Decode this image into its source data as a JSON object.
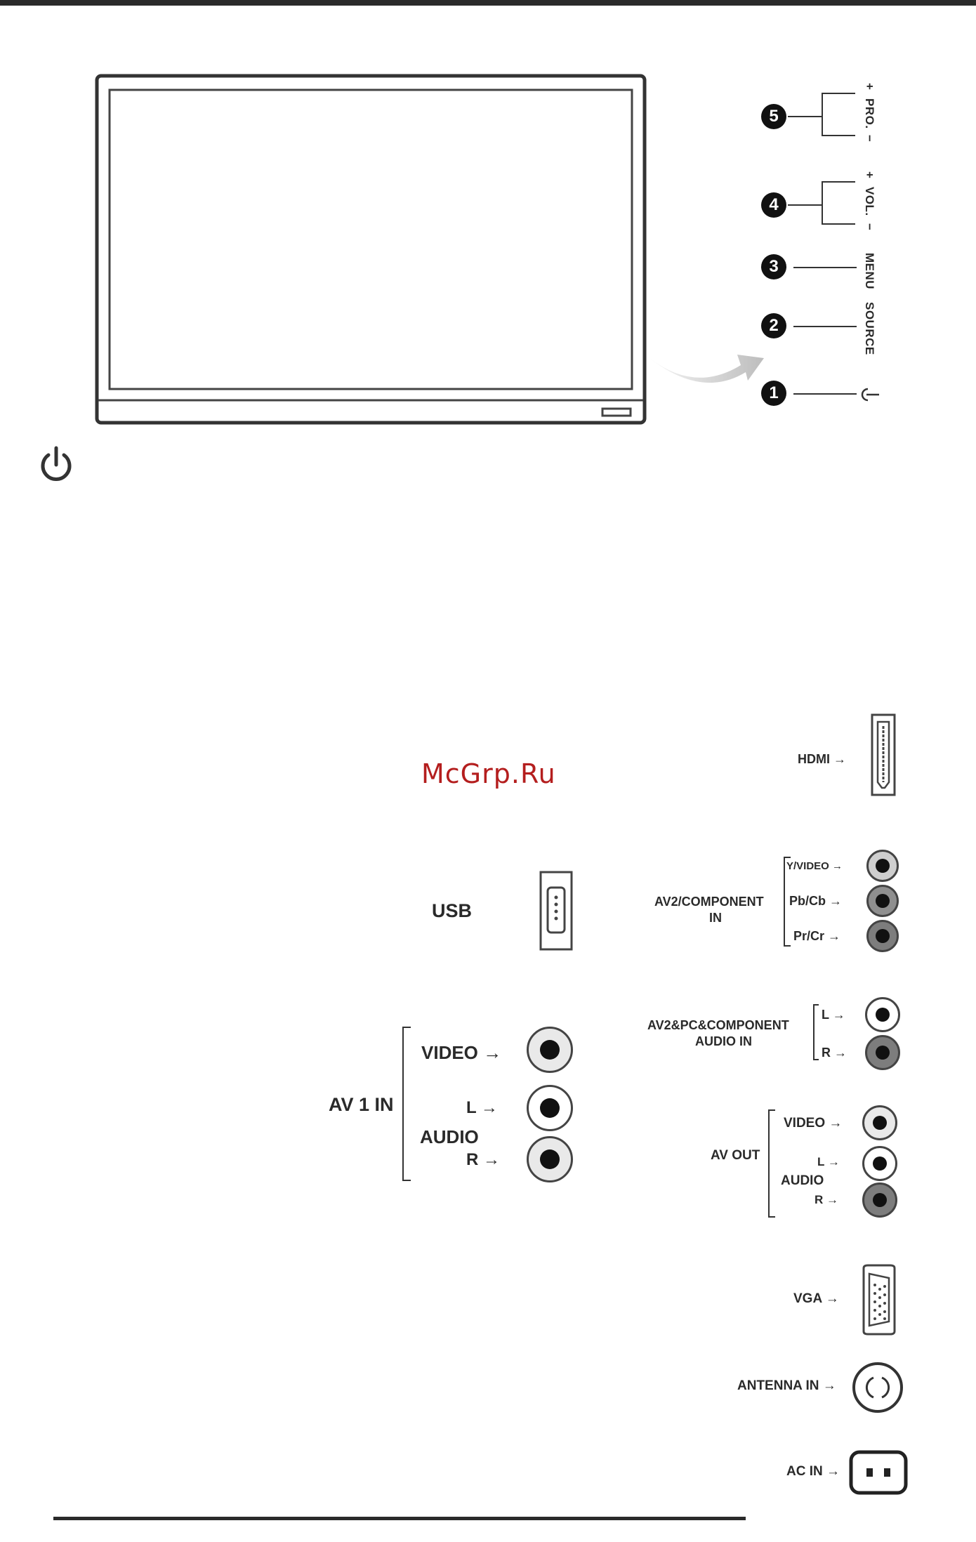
{
  "watermark": "McGrp.Ru",
  "front_panel": {
    "buttons": [
      {
        "number": "5",
        "label": "PRO.",
        "plus": "+",
        "minus": "−"
      },
      {
        "number": "4",
        "label": "VOL.",
        "plus": "+",
        "minus": "−"
      },
      {
        "number": "3",
        "label": "MENU"
      },
      {
        "number": "2",
        "label": "SOURCE"
      },
      {
        "number": "1",
        "icon": "power-icon"
      }
    ]
  },
  "side_ports": {
    "usb": "USB",
    "av1": {
      "group_label": "AV 1 IN",
      "video": "VIDEO",
      "audio": "AUDIO",
      "left": "L",
      "right": "R"
    }
  },
  "rear_ports": {
    "hdmi": "HDMI",
    "av2_component": {
      "group_label_line1": "AV2/COMPONENT",
      "group_label_line2": "IN",
      "y_video": "Y/VIDEO",
      "pb_cb": "Pb/Cb",
      "pr_cr": "Pr/Cr"
    },
    "av2_pc_audio": {
      "group_label_line1": "AV2&PC&COMPONENT",
      "group_label_line2": "AUDIO IN",
      "left": "L",
      "right": "R"
    },
    "av_out": {
      "group_label": "AV OUT",
      "video": "VIDEO",
      "audio": "AUDIO",
      "left": "L",
      "right": "R"
    },
    "vga": "VGA",
    "antenna": "ANTENNA IN",
    "ac": "AC IN"
  },
  "colors": {
    "rca_yellow": "#e9e9e9",
    "rca_green": "#9a9a9a",
    "rca_red": "#8a8a8a",
    "rca_white": "#ffffff"
  },
  "arrow": "→"
}
